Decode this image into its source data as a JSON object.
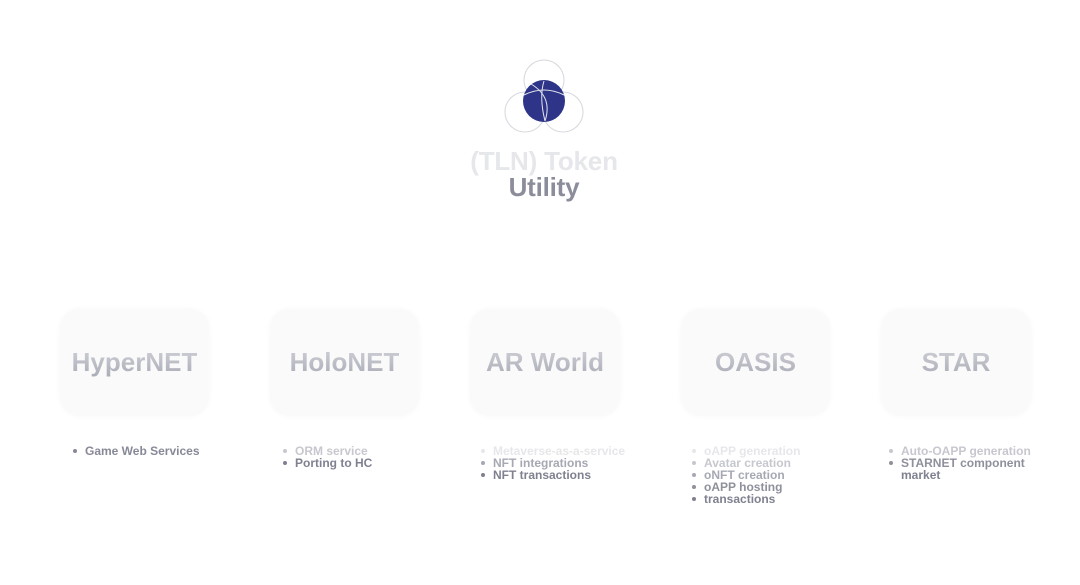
{
  "header": {
    "title_line1": "(TLN) Token",
    "title_line2": "Utility",
    "title_line3": "",
    "logo_icon": "tri-circle-logo-icon",
    "logo_color": "#2e3589"
  },
  "cards": [
    {
      "label": "HyperNET",
      "items": [
        "Game Web Services"
      ]
    },
    {
      "label": "HoloNET",
      "items": [
        "ORM service",
        "Porting to HC"
      ]
    },
    {
      "label": "AR World",
      "items": [
        "Metaverse-as-a-service",
        "NFT integrations",
        "NFT transactions"
      ]
    },
    {
      "label": "OASIS",
      "items": [
        "oAPP generation",
        "Avatar creation",
        "oNFT creation",
        "oAPP hosting",
        "transactions"
      ]
    },
    {
      "label": "STAR",
      "items": [
        "Auto-OAPP generation",
        "STARNET component",
        "market"
      ]
    }
  ]
}
